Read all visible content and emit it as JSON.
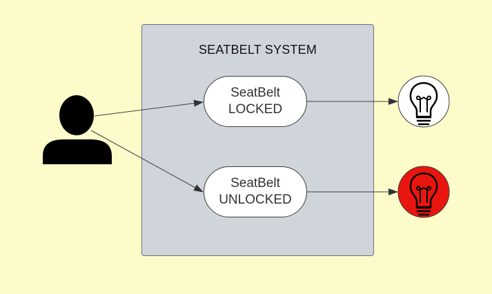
{
  "diagram": {
    "system_title": "SEATBELT SYSTEM",
    "use_cases": [
      {
        "line1": "SeatBelt",
        "line2": "LOCKED"
      },
      {
        "line1": "SeatBelt",
        "line2": "UNLOCKED"
      }
    ],
    "actor_icon": "person-icon",
    "indicators": [
      {
        "icon": "lightbulb-icon",
        "state": "off",
        "color": "#ffffff"
      },
      {
        "icon": "lightbulb-icon",
        "state": "warning",
        "color": "#e8160f"
      }
    ],
    "colors": {
      "background": "#fdfbc9",
      "system_box": "#d0d5dc",
      "warning": "#e8160f"
    }
  }
}
